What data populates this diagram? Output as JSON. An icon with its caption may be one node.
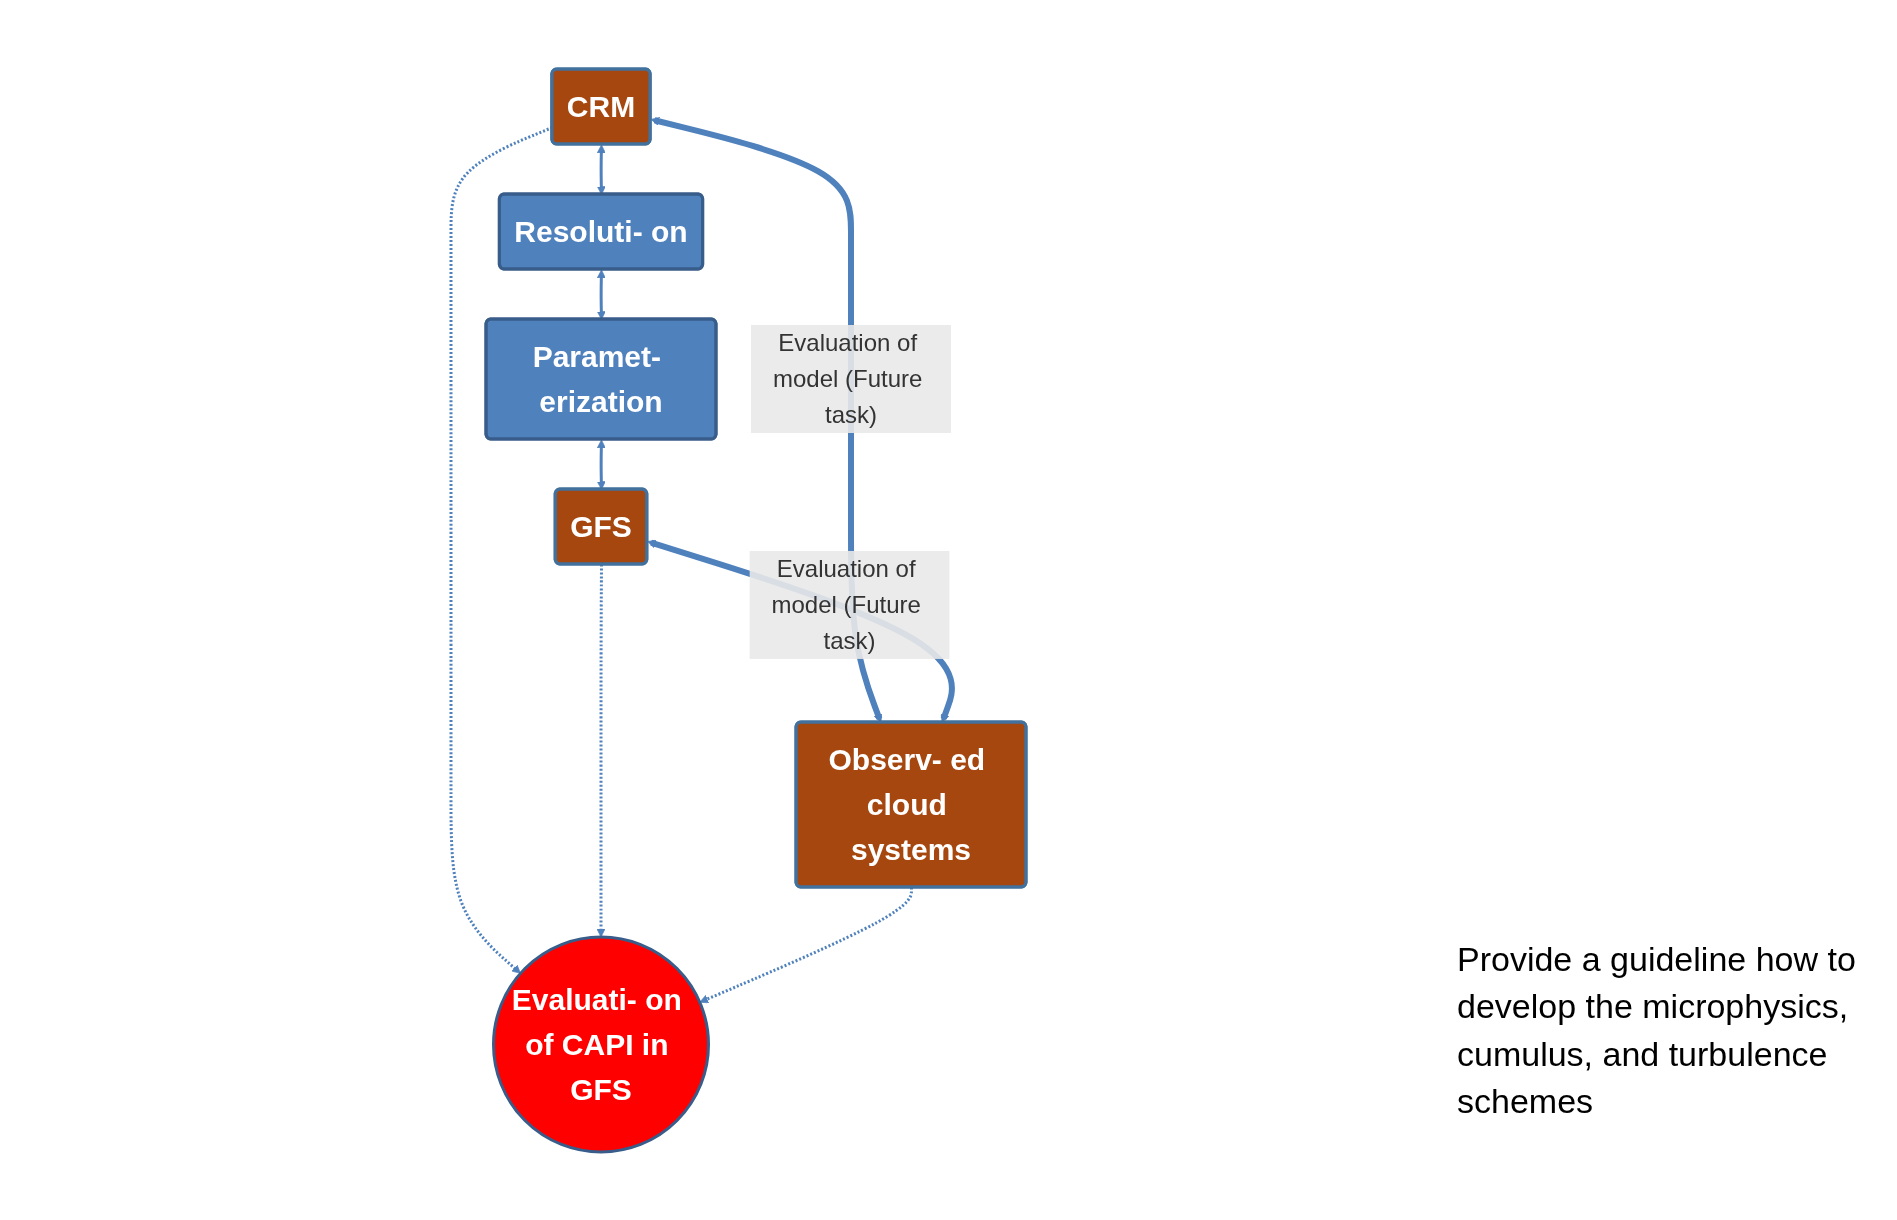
{
  "diagram": {
    "nodes": [
      {
        "text": [
          "CRM"
        ]
      },
      {
        "text": [
          "Resoluti- on"
        ]
      },
      {
        "text": [
          "Paramet- erization"
        ]
      },
      {
        "text": [
          "GFS"
        ]
      },
      {
        "text": [
          "Evaluati- on of CAPI in GFS"
        ]
      },
      {
        "text": [
          "Observ- ed cloud systems"
        ]
      }
    ],
    "edges": [
      {
        "from": 0,
        "to": 1,
        "arrow": "both"
      },
      {
        "from": 1,
        "to": 2,
        "arrow": "both"
      },
      {
        "from": 2,
        "to": 3,
        "arrow": "both"
      },
      {
        "from": 0,
        "to": 4,
        "arrow": "to",
        "style": "dashed"
      },
      {
        "from": 3,
        "to": 4,
        "arrow": "to",
        "style": "dashed"
      },
      {
        "from": 5,
        "to": 4,
        "arrow": "to",
        "style": "dashed"
      },
      {
        "from": 0,
        "to": 5,
        "arrow": "both",
        "style": "thick",
        "label": "Evaluation of model (Future task)"
      },
      {
        "from": 3,
        "to": 5,
        "arrow": "both",
        "style": "thick",
        "label": "Evaluation of model (Future task)"
      }
    ],
    "labels": [
      "Provide a guideline how to develop the microphysics, cumulus, and turbulence schemes"
    ]
  }
}
